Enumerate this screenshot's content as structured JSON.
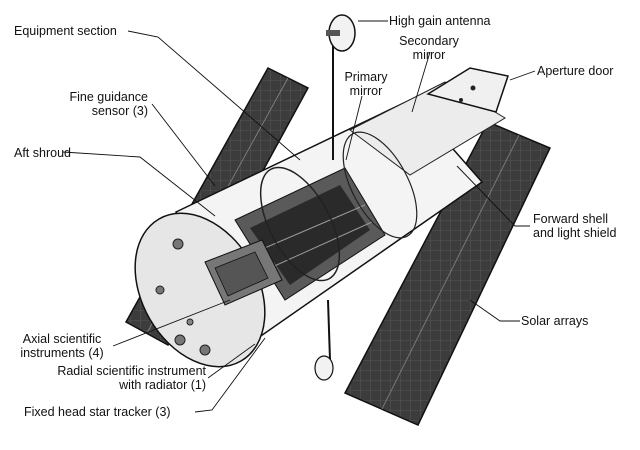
{
  "labels": {
    "high_gain_antenna": "High gain antenna",
    "equipment_section": "Equipment section",
    "secondary_mirror": [
      "Secondary",
      "mirror"
    ],
    "primary_mirror": [
      "Primary",
      "mirror"
    ],
    "aperture_door": "Aperture door",
    "fine_guidance_sensor": [
      "Fine guidance",
      "sensor (3)"
    ],
    "aft_shroud": "Aft shroud",
    "forward_shell": [
      "Forward shell",
      "and light shield"
    ],
    "solar_arrays": "Solar arrays",
    "axial_instruments": [
      "Axial scientific",
      "instruments (4)"
    ],
    "radial_instrument": [
      "Radial scientific instrument",
      "with radiator (1)"
    ],
    "fixed_head_star_tracker": "Fixed head star tracker (3)"
  }
}
